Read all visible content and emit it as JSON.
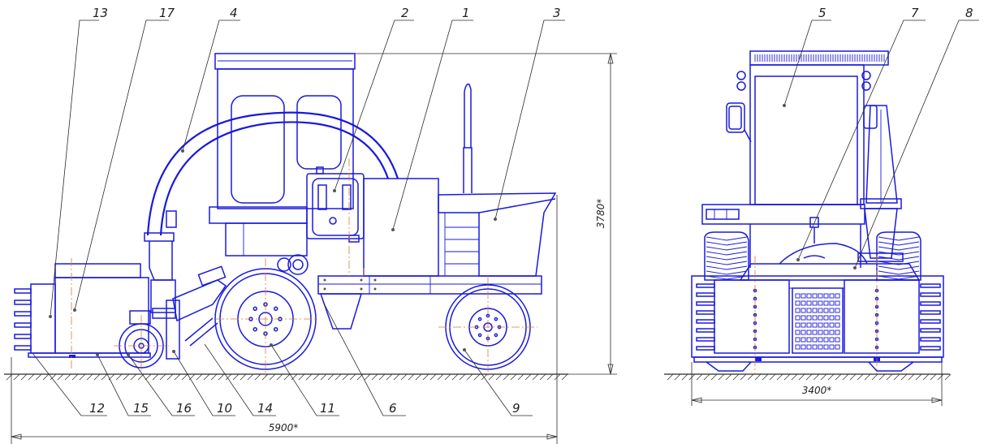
{
  "callouts": {
    "c1": "1",
    "c2": "2",
    "c3": "3",
    "c4": "4",
    "c5": "5",
    "c6": "6",
    "c7": "7",
    "c8": "8",
    "c9": "9",
    "c10": "10",
    "c11": "11",
    "c12": "12",
    "c13": "13",
    "c14": "14",
    "c15": "15",
    "c16": "16",
    "c17": "17"
  },
  "dimensions": {
    "length": "5900*",
    "height": "3780*",
    "width": "3400*"
  },
  "colors": {
    "outline": "#1a1adb",
    "axis": "#e07a2a",
    "leader": "#2b2b2b"
  }
}
